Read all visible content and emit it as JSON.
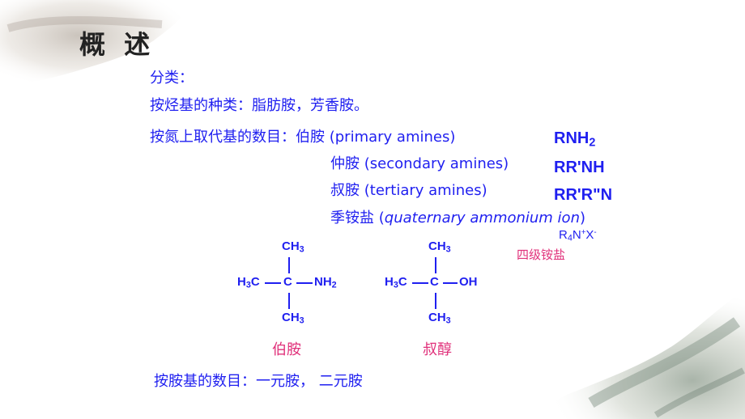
{
  "slide": {
    "title": "概 述",
    "classification_label": "分类：",
    "by_hydrocarbon": "按烃基的种类：脂肪胺，芳香胺。",
    "by_substitution_prefix": "按氮上取代基的数目：",
    "primary": {
      "cn": "伯胺",
      "en": "(primary amines)"
    },
    "secondary": {
      "cn": "仲胺",
      "en": "(secondary amines)"
    },
    "tertiary": {
      "cn": "叔胺",
      "en": "(tertiary amines)"
    },
    "quaternary": {
      "cn": "季铵盐",
      "open": "(",
      "en": "quaternary ammonium ion",
      "close": ")"
    },
    "formula_primary": {
      "main": "RNH",
      "sub": "2"
    },
    "formula_secondary": "RR'NH",
    "formula_tertiary": "RR'R\"N",
    "formula_quaternary": {
      "r": "R",
      "sub": "4",
      "n": "N",
      "plus": "+",
      "x": "X",
      "minus": "-"
    },
    "quaternary_label": "四级铵盐",
    "by_amino_count": "按胺基的数目：一元胺， 二元胺"
  },
  "structure_left": {
    "top": {
      "text": "CH",
      "sub": "3"
    },
    "left": {
      "text": "H",
      "sub": "3",
      "after": "C"
    },
    "center": "C",
    "right": {
      "text": "NH",
      "sub": "2"
    },
    "bottom": {
      "text": "CH",
      "sub": "3"
    },
    "caption": "伯胺"
  },
  "structure_right": {
    "top": {
      "text": "CH",
      "sub": "3"
    },
    "left": {
      "text": "H",
      "sub": "3",
      "after": "C"
    },
    "center": "C",
    "right": {
      "text": "OH"
    },
    "bottom": {
      "text": "CH",
      "sub": "3"
    },
    "caption": "叔醇"
  },
  "colors": {
    "formula": "#1f1ff0",
    "caption": "#e0307a",
    "text": "#1f1ff0",
    "title": "#222222"
  }
}
